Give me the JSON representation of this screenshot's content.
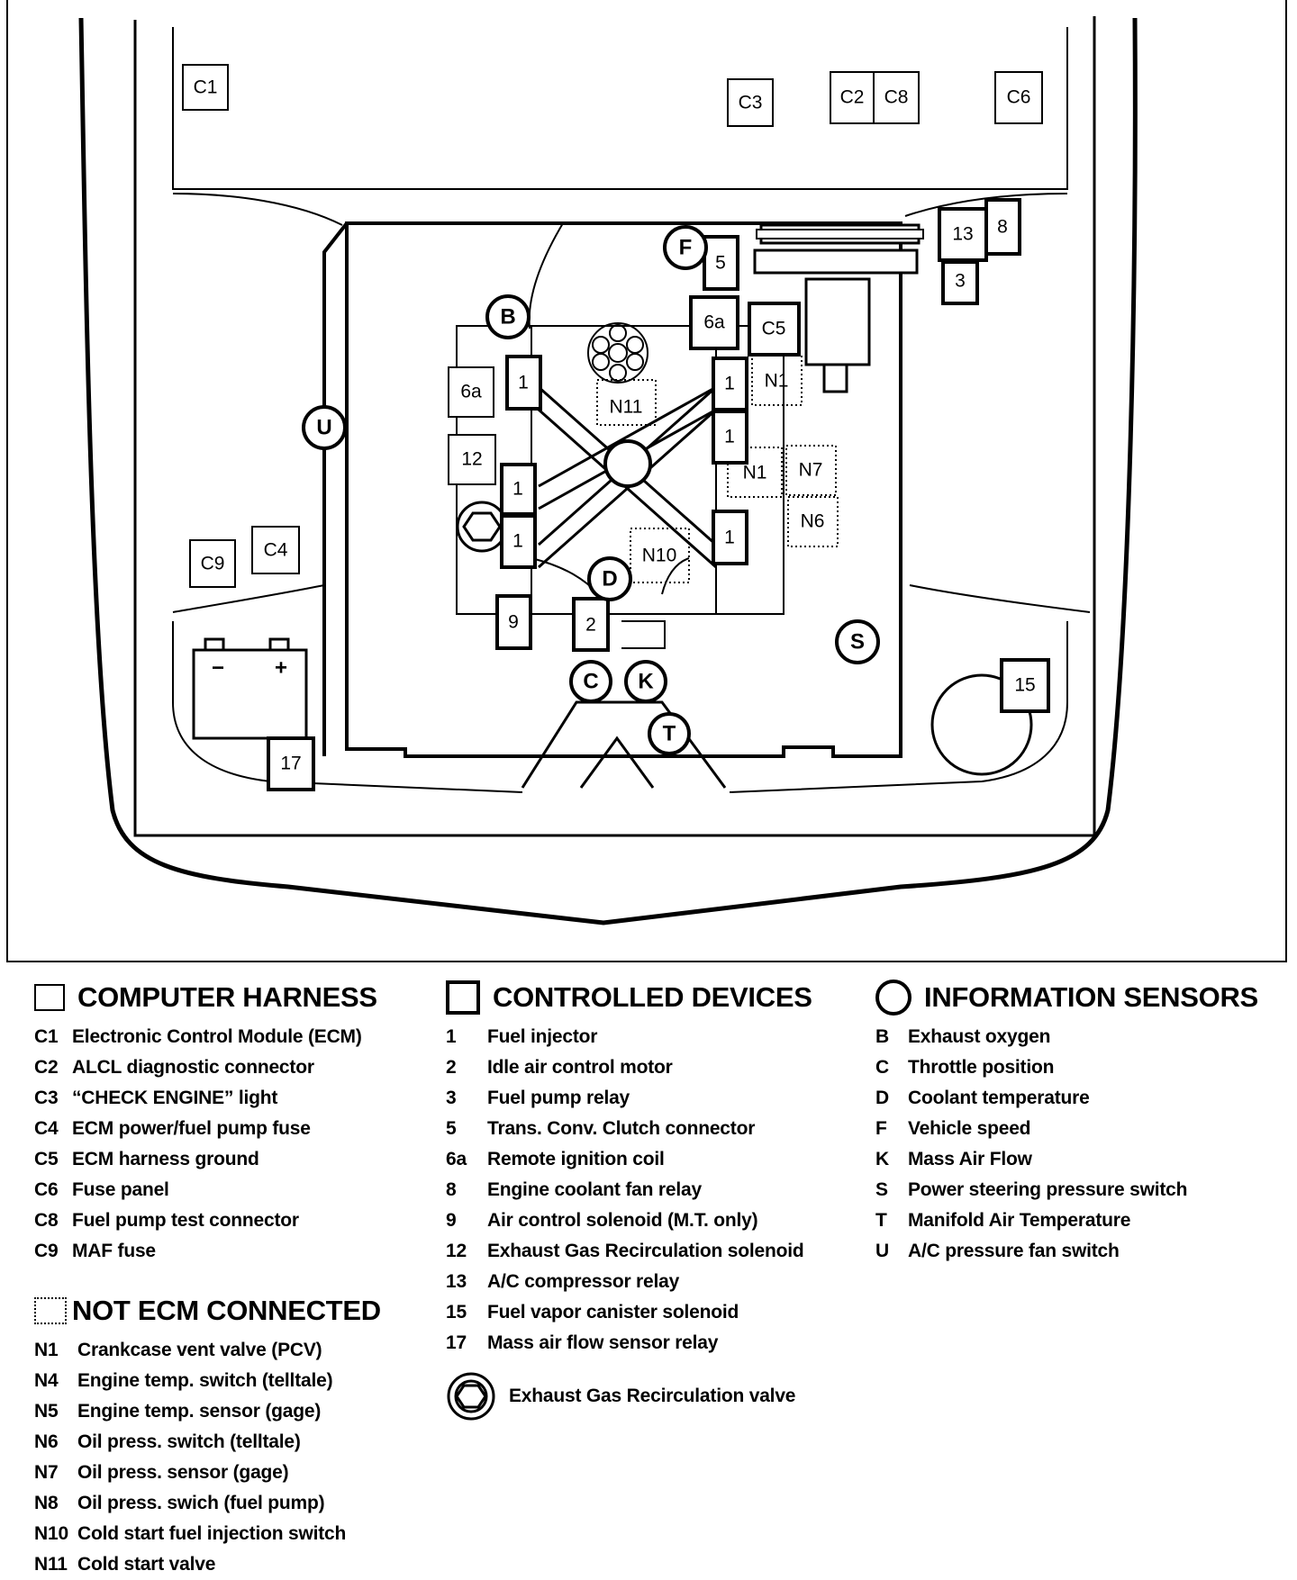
{
  "diagram": {
    "labels": {
      "c1": "C1",
      "c2": "C2",
      "c3": "C3",
      "c4": "C4",
      "c6": "C6",
      "c8": "C8",
      "c9": "C9",
      "c5": "C5",
      "n1a": "N1",
      "n1b": "N1",
      "n6": "N6",
      "n7": "N7",
      "n10": "N10",
      "n11": "N11",
      "d3": "3",
      "d5": "5",
      "d6a_top": "6a",
      "d6a_left": "6a",
      "d8": "8",
      "d9": "9",
      "d12": "12",
      "d13": "13",
      "d15": "15",
      "d17": "17",
      "d2": "2",
      "inj1": "1",
      "inj2": "1",
      "inj3": "1",
      "inj4": "1",
      "inj5": "1",
      "inj6": "1",
      "sB": "B",
      "sC": "C",
      "sD": "D",
      "sF": "F",
      "sK": "K",
      "sS": "S",
      "sT": "T",
      "sU": "U",
      "batt_minus": "−",
      "batt_plus": "+"
    }
  },
  "legend": {
    "harness": {
      "title": "COMPUTER HARNESS",
      "items": [
        {
          "code": "C1",
          "label": "Electronic Control Module (ECM)"
        },
        {
          "code": "C2",
          "label": "ALCL diagnostic connector"
        },
        {
          "code": "C3",
          "label": "“CHECK ENGINE” light"
        },
        {
          "code": "C4",
          "label": "ECM power/fuel pump fuse"
        },
        {
          "code": "C5",
          "label": "ECM harness ground"
        },
        {
          "code": "C6",
          "label": "Fuse panel"
        },
        {
          "code": "C8",
          "label": "Fuel pump test connector"
        },
        {
          "code": "C9",
          "label": "MAF fuse"
        }
      ]
    },
    "not_ecm": {
      "title": "NOT ECM CONNECTED",
      "items": [
        {
          "code": "N1",
          "label": "Crankcase vent valve (PCV)"
        },
        {
          "code": "N4",
          "label": "Engine temp. switch (telltale)"
        },
        {
          "code": "N5",
          "label": "Engine temp. sensor (gage)"
        },
        {
          "code": "N6",
          "label": "Oil press. switch (telltale)"
        },
        {
          "code": "N7",
          "label": "Oil press. sensor (gage)"
        },
        {
          "code": "N8",
          "label": "Oil press. swich (fuel pump)"
        },
        {
          "code": "N10",
          "label": "Cold start fuel injection switch"
        },
        {
          "code": "N11",
          "label": "Cold start valve"
        }
      ]
    },
    "controlled": {
      "title": "CONTROLLED DEVICES",
      "items": [
        {
          "code": "1",
          "label": "Fuel injector"
        },
        {
          "code": "2",
          "label": "Idle air control motor"
        },
        {
          "code": "3",
          "label": "Fuel pump relay"
        },
        {
          "code": "5",
          "label": "Trans. Conv. Clutch connector"
        },
        {
          "code": "6a",
          "label": "Remote ignition coil"
        },
        {
          "code": "8",
          "label": "Engine coolant fan relay"
        },
        {
          "code": "9",
          "label": "Air control solenoid (M.T. only)"
        },
        {
          "code": "12",
          "label": "Exhaust Gas Recirculation solenoid"
        },
        {
          "code": "13",
          "label": "A/C compressor relay"
        },
        {
          "code": "15",
          "label": "Fuel vapor canister solenoid"
        },
        {
          "code": "17",
          "label": "Mass air flow sensor relay"
        }
      ],
      "egr_label": "Exhaust Gas Recirculation valve"
    },
    "sensors": {
      "title": "INFORMATION SENSORS",
      "items": [
        {
          "code": "B",
          "label": "Exhaust oxygen"
        },
        {
          "code": "C",
          "label": "Throttle position"
        },
        {
          "code": "D",
          "label": "Coolant temperature"
        },
        {
          "code": "F",
          "label": "Vehicle speed"
        },
        {
          "code": "K",
          "label": "Mass Air Flow"
        },
        {
          "code": "S",
          "label": "Power steering pressure switch"
        },
        {
          "code": "T",
          "label": "Manifold Air Temperature"
        },
        {
          "code": "U",
          "label": "A/C pressure fan switch"
        }
      ]
    }
  }
}
